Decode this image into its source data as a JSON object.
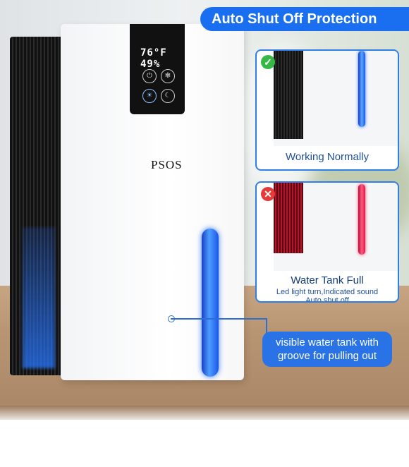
{
  "header": {
    "title": "Auto Shut  Off Protection"
  },
  "product": {
    "brand": "PSOS",
    "display_text": "76°F 49%"
  },
  "cards": [
    {
      "title": "Working Normally",
      "status_icon": "check-icon",
      "status_color": "#35b845"
    },
    {
      "title": "Water Tank Full",
      "subtitle_1": "Led light turn,Indicated sound",
      "subtitle_2": "Auto shut off",
      "status_icon": "x-icon",
      "status_color": "#e53a3a"
    }
  ],
  "callout": {
    "line_1": "visible water tank with",
    "line_2": "groove for pulling out"
  },
  "colors": {
    "accent_blue": "#1a6ef0",
    "tank_blue": "#4d9dff",
    "tank_red": "#ff5b80"
  }
}
